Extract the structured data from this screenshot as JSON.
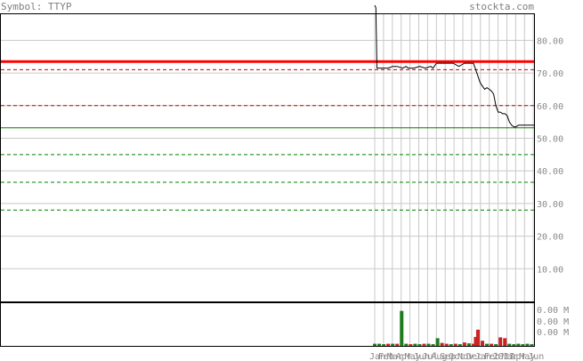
{
  "header": {
    "symbol": "Symbol: TTYP",
    "site": "stockta.com"
  },
  "chart_data": {
    "type": "line",
    "price_axis": {
      "ylim": [
        0,
        88
      ],
      "ticks": [
        10,
        20,
        30,
        40,
        50,
        60,
        70,
        80
      ],
      "tick_labels": [
        "10.00",
        "20.00",
        "30.00",
        "40.00",
        "50.00",
        "60.00",
        "70.00",
        "80.00"
      ]
    },
    "x_labels": [
      "Jan",
      "Feb",
      "Mar",
      "Apr",
      "May",
      "Jun",
      "Jul",
      "Aug",
      "Sep",
      "Oct",
      "Nov",
      "Dec",
      "Jan",
      "Feb",
      "2021",
      "Mar",
      "Apr",
      "May",
      "Jun"
    ],
    "price_series": {
      "name": "",
      "points": [
        [
          0,
          100
        ],
        [
          1,
          90
        ],
        [
          2,
          71.5
        ],
        [
          5,
          71.5
        ],
        [
          12,
          71.5
        ],
        [
          16,
          72
        ],
        [
          20,
          72
        ],
        [
          25,
          71.5
        ],
        [
          28,
          72
        ],
        [
          30,
          71.5
        ],
        [
          35,
          71.5
        ],
        [
          40,
          72
        ],
        [
          45,
          71.5
        ],
        [
          50,
          72
        ],
        [
          52,
          71.5
        ],
        [
          55,
          73
        ],
        [
          60,
          73
        ],
        [
          65,
          73
        ],
        [
          70,
          73
        ],
        [
          75,
          72
        ],
        [
          80,
          73
        ],
        [
          85,
          73
        ],
        [
          88,
          73
        ],
        [
          90,
          71
        ],
        [
          92,
          69
        ],
        [
          94,
          67
        ],
        [
          96,
          66
        ],
        [
          98,
          65
        ],
        [
          100,
          65.5
        ],
        [
          102,
          65
        ],
        [
          104,
          64.5
        ],
        [
          106,
          63.5
        ],
        [
          108,
          60
        ],
        [
          110,
          58
        ],
        [
          112,
          58
        ],
        [
          114,
          57.5
        ],
        [
          116,
          57.5
        ],
        [
          118,
          57
        ],
        [
          120,
          55
        ],
        [
          122,
          54
        ],
        [
          124,
          53.5
        ],
        [
          126,
          53.5
        ],
        [
          128,
          54
        ],
        [
          130,
          54
        ],
        [
          132,
          54
        ],
        [
          134,
          54
        ],
        [
          136,
          54
        ],
        [
          138,
          54
        ],
        [
          140,
          54
        ],
        [
          142,
          54
        ]
      ]
    },
    "horizontal_lines": [
      {
        "value": 73.5,
        "style": "solid",
        "color": "#ff0000",
        "role": "resistance-strong"
      },
      {
        "value": 71,
        "style": "dashed",
        "color": "#cc0000",
        "role": "resistance"
      },
      {
        "value": 60,
        "style": "dashed",
        "color": "#cc0000",
        "role": "resistance"
      },
      {
        "value": 53.2,
        "style": "solid",
        "color": "#008000",
        "role": "support-strong"
      },
      {
        "value": 45,
        "style": "dashed",
        "color": "#008000",
        "role": "support"
      },
      {
        "value": 36.5,
        "style": "dashed",
        "color": "#008000",
        "role": "support"
      },
      {
        "value": 28,
        "style": "dashed",
        "color": "#008000",
        "role": "support"
      }
    ],
    "volume_axis": {
      "tick_labels": [
        "0.00 M",
        "0.00 M",
        "0.00 M"
      ]
    },
    "volume_bars": [
      {
        "i": 0,
        "v": 0.05,
        "c": "green"
      },
      {
        "i": 4,
        "v": 0.05,
        "c": "green"
      },
      {
        "i": 8,
        "v": 0.04,
        "c": "green"
      },
      {
        "i": 12,
        "v": 0.05,
        "c": "red"
      },
      {
        "i": 16,
        "v": 0.05,
        "c": "green"
      },
      {
        "i": 20,
        "v": 0.05,
        "c": "red"
      },
      {
        "i": 24,
        "v": 0.82,
        "c": "green"
      },
      {
        "i": 28,
        "v": 0.05,
        "c": "green"
      },
      {
        "i": 32,
        "v": 0.04,
        "c": "red"
      },
      {
        "i": 36,
        "v": 0.05,
        "c": "green"
      },
      {
        "i": 40,
        "v": 0.04,
        "c": "green"
      },
      {
        "i": 44,
        "v": 0.05,
        "c": "red"
      },
      {
        "i": 48,
        "v": 0.05,
        "c": "green"
      },
      {
        "i": 52,
        "v": 0.04,
        "c": "green"
      },
      {
        "i": 56,
        "v": 0.18,
        "c": "green"
      },
      {
        "i": 60,
        "v": 0.07,
        "c": "red"
      },
      {
        "i": 64,
        "v": 0.05,
        "c": "red"
      },
      {
        "i": 68,
        "v": 0.04,
        "c": "green"
      },
      {
        "i": 72,
        "v": 0.05,
        "c": "red"
      },
      {
        "i": 76,
        "v": 0.04,
        "c": "green"
      },
      {
        "i": 80,
        "v": 0.08,
        "c": "red"
      },
      {
        "i": 84,
        "v": 0.06,
        "c": "green"
      },
      {
        "i": 88,
        "v": 0.05,
        "c": "red"
      },
      {
        "i": 90,
        "v": 0.21,
        "c": "red"
      },
      {
        "i": 92,
        "v": 0.38,
        "c": "red"
      },
      {
        "i": 96,
        "v": 0.12,
        "c": "red"
      },
      {
        "i": 100,
        "v": 0.05,
        "c": "green"
      },
      {
        "i": 104,
        "v": 0.05,
        "c": "red"
      },
      {
        "i": 108,
        "v": 0.04,
        "c": "green"
      },
      {
        "i": 112,
        "v": 0.2,
        "c": "red"
      },
      {
        "i": 116,
        "v": 0.18,
        "c": "red"
      },
      {
        "i": 120,
        "v": 0.05,
        "c": "green"
      },
      {
        "i": 124,
        "v": 0.04,
        "c": "green"
      },
      {
        "i": 128,
        "v": 0.05,
        "c": "green"
      },
      {
        "i": 132,
        "v": 0.04,
        "c": "green"
      },
      {
        "i": 136,
        "v": 0.05,
        "c": "green"
      },
      {
        "i": 140,
        "v": 0.04,
        "c": "green"
      }
    ],
    "colors": {
      "up": "#1e7b1e",
      "down": "#cc2222",
      "price_line": "#000000",
      "grid": "#c8c8c8"
    }
  }
}
